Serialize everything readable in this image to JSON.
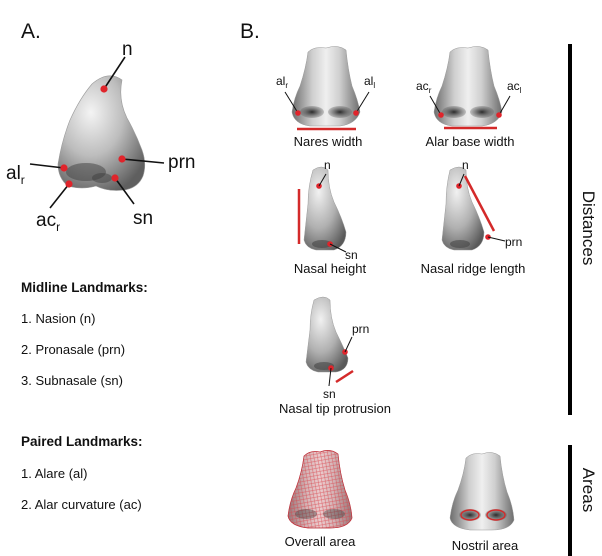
{
  "panels": {
    "a": {
      "label": "A."
    },
    "b": {
      "label": "B."
    }
  },
  "panel_a": {
    "landmarks": {
      "n": "n",
      "prn": "prn",
      "sn": "sn",
      "al_base": "al",
      "al_sub": "r",
      "ac_base": "ac",
      "ac_sub": "r"
    },
    "midline": {
      "title": "Midline Landmarks:",
      "items": [
        "1. Nasion (n)",
        "2. Pronasale (prn)",
        "3. Subnasale (sn)"
      ]
    },
    "paired": {
      "title": "Paired Landmarks:",
      "items": [
        "1. Alare (al)",
        "2. Alar curvature (ac)"
      ]
    }
  },
  "panel_b": {
    "nares_width": {
      "caption": "Nares width",
      "left_base": "al",
      "left_sub": "r",
      "right_base": "al",
      "right_sub": "l"
    },
    "alar_base_width": {
      "caption": "Alar base width",
      "left_base": "ac",
      "left_sub": "r",
      "right_base": "ac",
      "right_sub": "l"
    },
    "nasal_height": {
      "caption": "Nasal height",
      "top": "n",
      "bottom": "sn"
    },
    "nasal_ridge_length": {
      "caption": "Nasal ridge length",
      "top": "n",
      "bottom": "prn"
    },
    "nasal_tip_protrusion": {
      "caption": "Nasal tip protrusion",
      "top": "prn",
      "bottom": "sn"
    },
    "overall_area": {
      "caption": "Overall area"
    },
    "nostril_area": {
      "caption": "Nostril area"
    },
    "side_labels": {
      "distances": "Distances",
      "areas": "Areas"
    }
  },
  "colors": {
    "landmark": "#e0242b",
    "measure": "#d42a2a",
    "bar": "#000000"
  }
}
